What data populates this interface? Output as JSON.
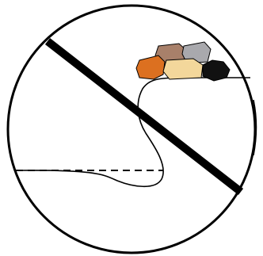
{
  "figure": {
    "icons": {
      "circle": "circle-frame",
      "slash": "prohibition-slash",
      "dashed_line": "dashed-guide-line",
      "curve": "curve-line",
      "rocks": "rock-pile"
    },
    "colors": {
      "stroke": "#000000",
      "background": "#ffffff",
      "rock_brown": "#a8806a",
      "rock_gray": "#a9a9ad",
      "rock_orange": "#dc7020",
      "rock_yellow": "#f3d79b",
      "rock_black": "#111111"
    }
  }
}
